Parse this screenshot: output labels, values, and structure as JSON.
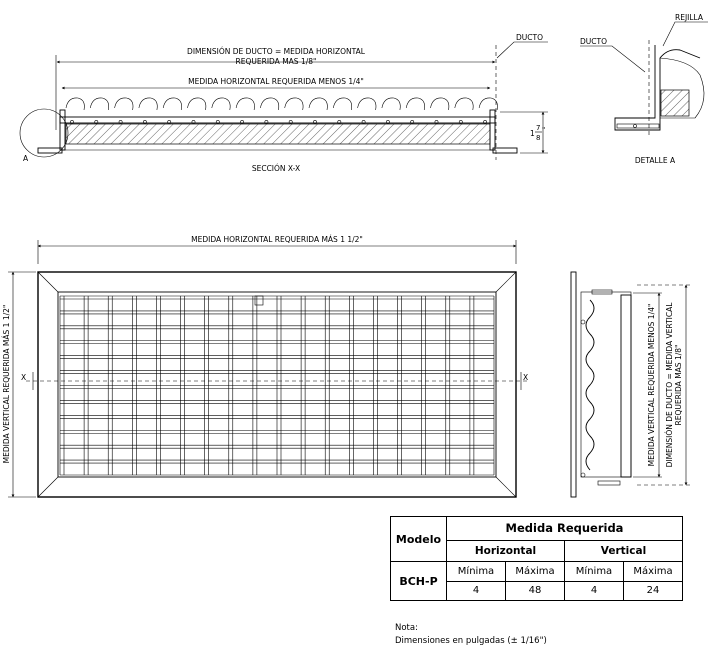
{
  "section_top": {
    "ducto_label": "DUCTO",
    "duct_dim_line1": "DIMENSIÓN DE DUCTO = MEDIDA HORIZONTAL",
    "duct_dim_line2": "REQUERIDA MAS 1/8\"",
    "minus_label": "MEDIDA HORIZONTAL REQUERIDA MENOS 1/4\"",
    "depth_whole": "1",
    "depth_num": "7",
    "depth_den": "8",
    "depth_unit": "\"",
    "detail_ref": "A",
    "section_label": "SECCIÓN X-X"
  },
  "detail_a": {
    "rejilla_label": "REJILLA",
    "ducto_label": "DUCTO",
    "title": "DETALLE A"
  },
  "front_view": {
    "horizontal_label": "MEDIDA HORIZONTAL REQUERIDA MÁS 1 1/2\"",
    "vertical_label": "MEDIDA VERTICAL REQUERIDA MÁS 1 1/2\"",
    "cut_left": "X",
    "cut_right": "X"
  },
  "side_view": {
    "vertical_minus_label": "MEDIDA VERTICAL REQUERIDA MENOS 1/4\"",
    "duct_vertical_line1": "DIMENSIÓN DE DUCTO = MEDIDA VERTICAL",
    "duct_vertical_line2": "REQUERIDA MAS 1/8\""
  },
  "table": {
    "col_model": "Modelo",
    "col_required": "Medida Requerida",
    "col_horizontal": "Horizontal",
    "col_vertical": "Vertical",
    "min_label": "Mínima",
    "max_label": "Máxima",
    "rows": [
      {
        "model": "BCH-P",
        "h_min": "4",
        "h_max": "48",
        "v_min": "4",
        "v_max": "24"
      }
    ]
  },
  "note": {
    "title": "Nota:",
    "text": "Dimensiones en pulgadas (± 1/16\")"
  }
}
